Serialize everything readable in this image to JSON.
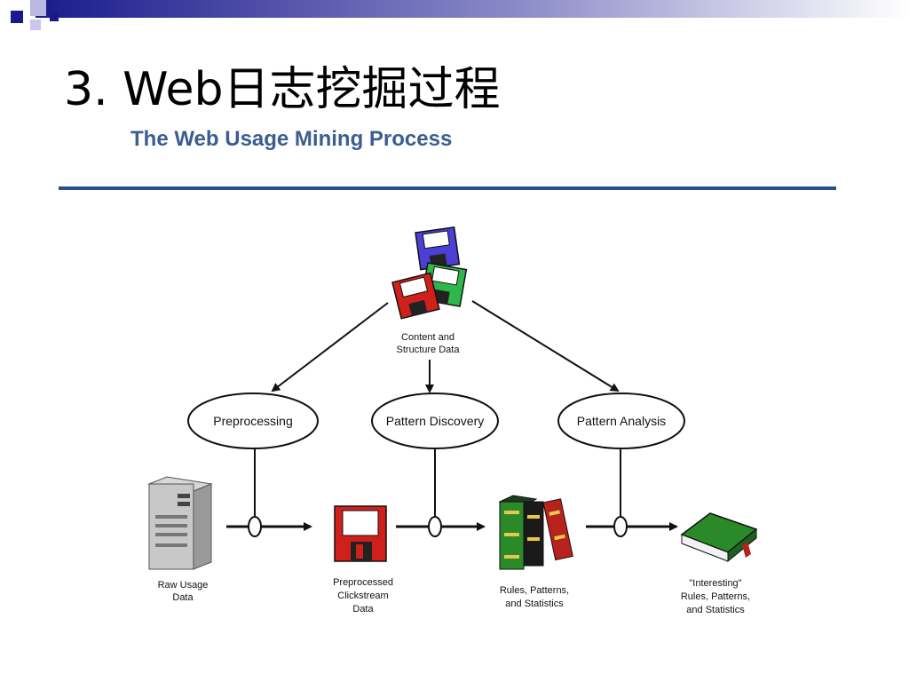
{
  "slide": {
    "title": "3.  Web日志挖掘过程",
    "figure_title": "The Web Usage Mining Process"
  },
  "diagram": {
    "top_store_label_line1": "Content and",
    "top_store_label_line2": "Structure Data",
    "stages": [
      "Preprocessing",
      "Pattern Discovery",
      "Pattern Analysis"
    ],
    "items": [
      {
        "lines": [
          "Raw Usage",
          "Data"
        ]
      },
      {
        "lines": [
          "Preprocessed",
          "Clickstream",
          "Data"
        ]
      },
      {
        "lines": [
          "Rules, Patterns,",
          "and Statistics"
        ]
      },
      {
        "lines": [
          "\"Interesting\"",
          "Rules, Patterns,",
          "and Statistics"
        ]
      }
    ]
  },
  "colors": {
    "title_bar_dark": "#1a1a8c",
    "figure_title": "#3b5e8f",
    "rule": "#2b4e8c",
    "disk_blue": "#4b3fd6",
    "disk_green": "#2fb84a",
    "disk_red": "#d0201c",
    "book_green": "#2a8a2a",
    "book_red": "#b8221c"
  }
}
